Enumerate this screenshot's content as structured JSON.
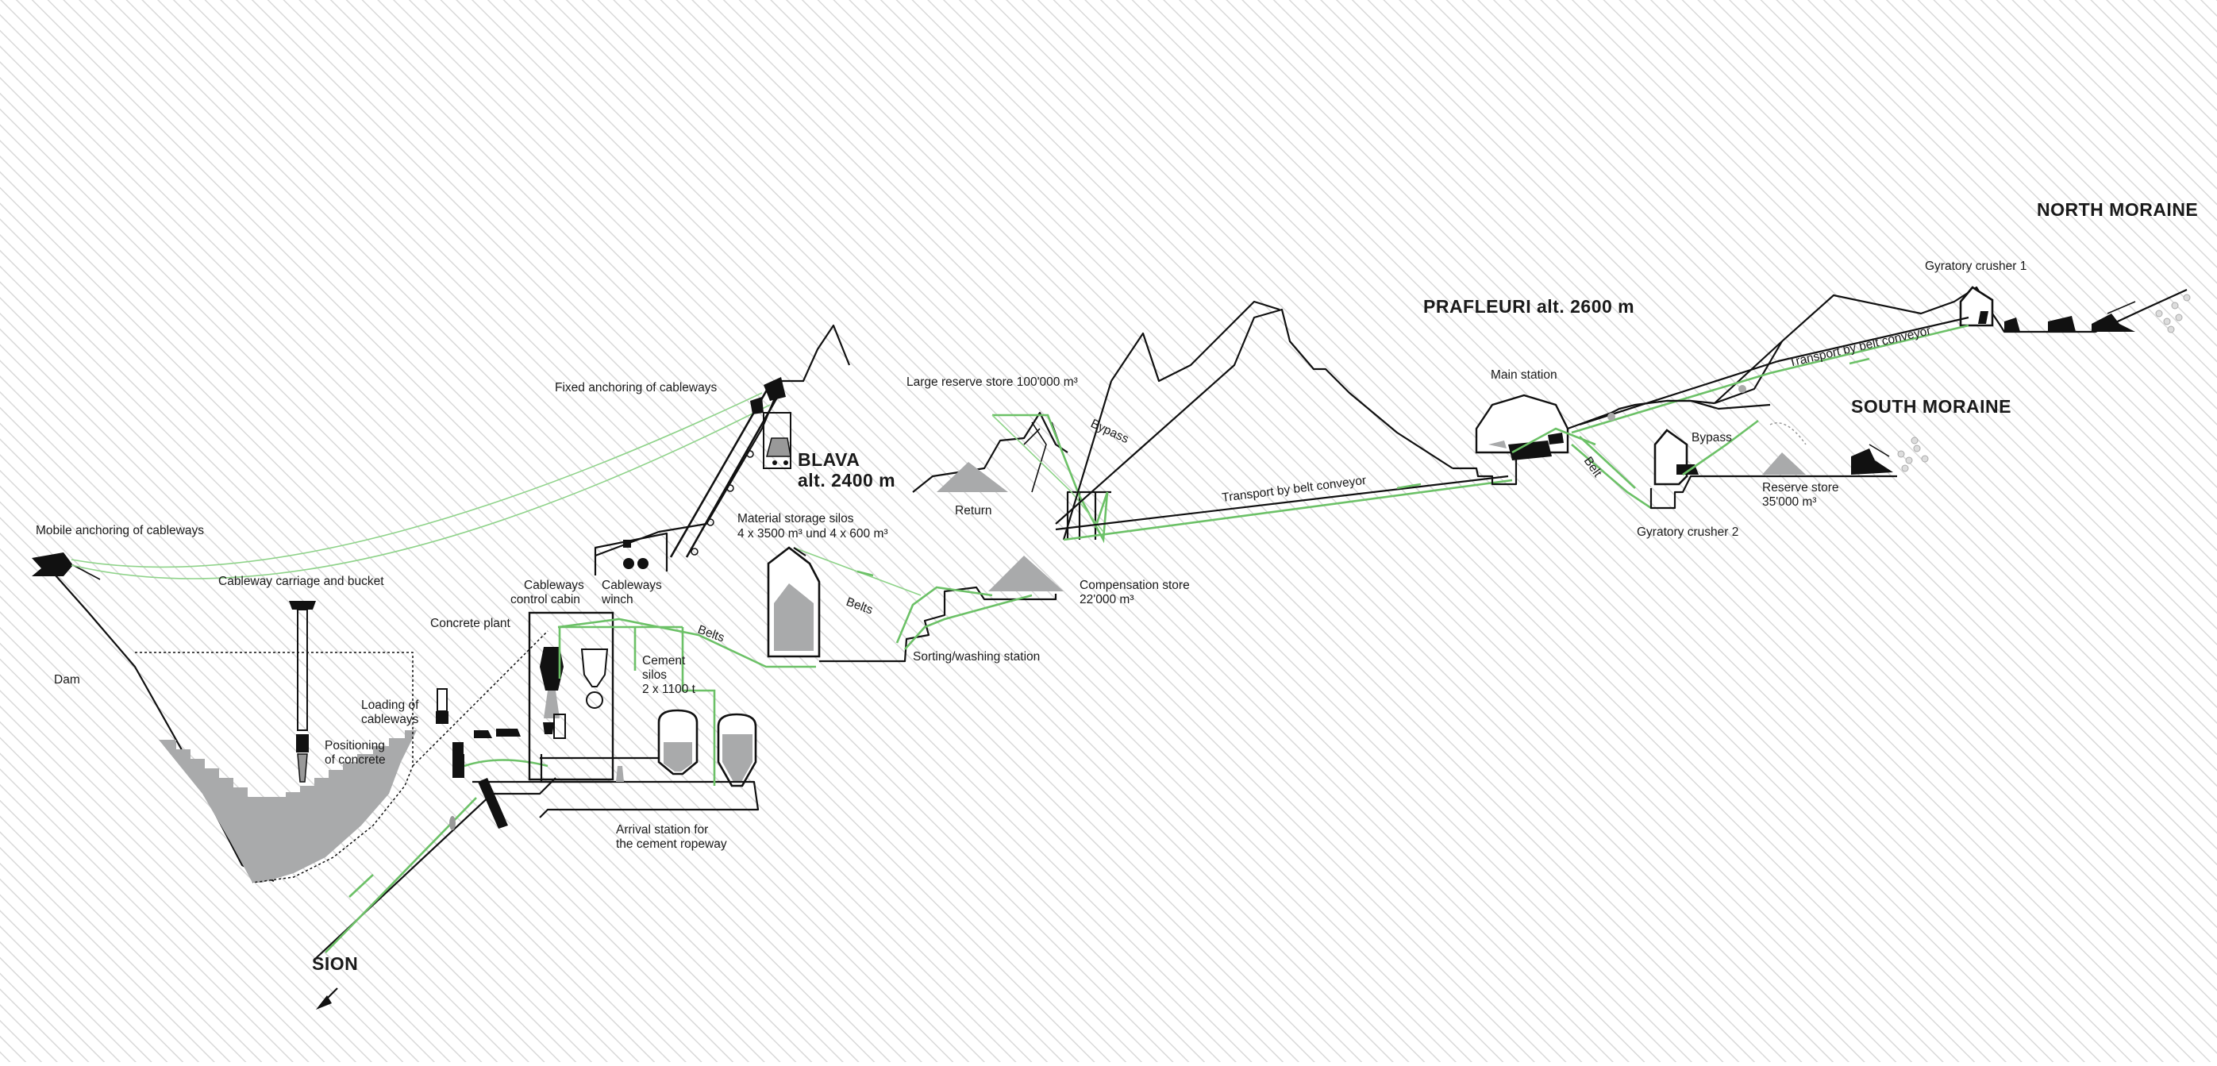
{
  "colors": {
    "background_hatch": "#dcdcdc",
    "green_conveyor": "#6cc167",
    "grey_fill": "#a9aaab",
    "line": "#111111"
  },
  "labels": {
    "north_moraine": "NORTH MORAINE",
    "south_moraine": "SOUTH MORAINE",
    "prafleuri": "PRAFLEURI alt. 2600 m",
    "blava_1": "BLAVA",
    "blava_2": "alt. 2400 m",
    "sion": "SION",
    "gyratory_crusher_1": "Gyratory crusher 1",
    "gyratory_crusher_2": "Gyratory crusher 2",
    "main_station": "Main station",
    "transport_belt_upper": "Transport by belt conveyor",
    "transport_belt_lower": "Transport by belt conveyor",
    "bypass_right": "Bypass",
    "bypass_left": "Bypass",
    "belt": "Belt",
    "reserve_store_1": "Reserve store",
    "reserve_store_2": "35'000 m³",
    "large_reserve_store": "Large reserve store 100'000 m³",
    "return": "Return",
    "compensation_store_1": "Compensation store",
    "compensation_store_2": "22'000 m³",
    "sorting_washing": "Sorting/washing station",
    "material_silos_1": "Material storage silos",
    "material_silos_2": "4 x 3500 m³ und 4 x 600 m³",
    "fixed_anchoring": "Fixed anchoring of cableways",
    "mobile_anchoring": "Mobile anchoring of cableways",
    "cableway_carriage": "Cableway carriage and bucket",
    "cableways_control_1": "Cableways",
    "cableways_control_2": "control cabin",
    "cableways_winch_1": "Cableways",
    "cableways_winch_2": "winch",
    "concrete_plant": "Concrete plant",
    "belts_upper": "Belts",
    "belts_lower": "Belts",
    "cement_silos_1": "Cement",
    "cement_silos_2": "silos",
    "cement_silos_3": "2 x 1100 t",
    "dam": "Dam",
    "loading_1": "Loading of",
    "loading_2": "cableways",
    "positioning_1": "Positioning",
    "positioning_2": "of concrete",
    "arrival_1": "Arrival station for",
    "arrival_2": "the cement ropeway"
  }
}
